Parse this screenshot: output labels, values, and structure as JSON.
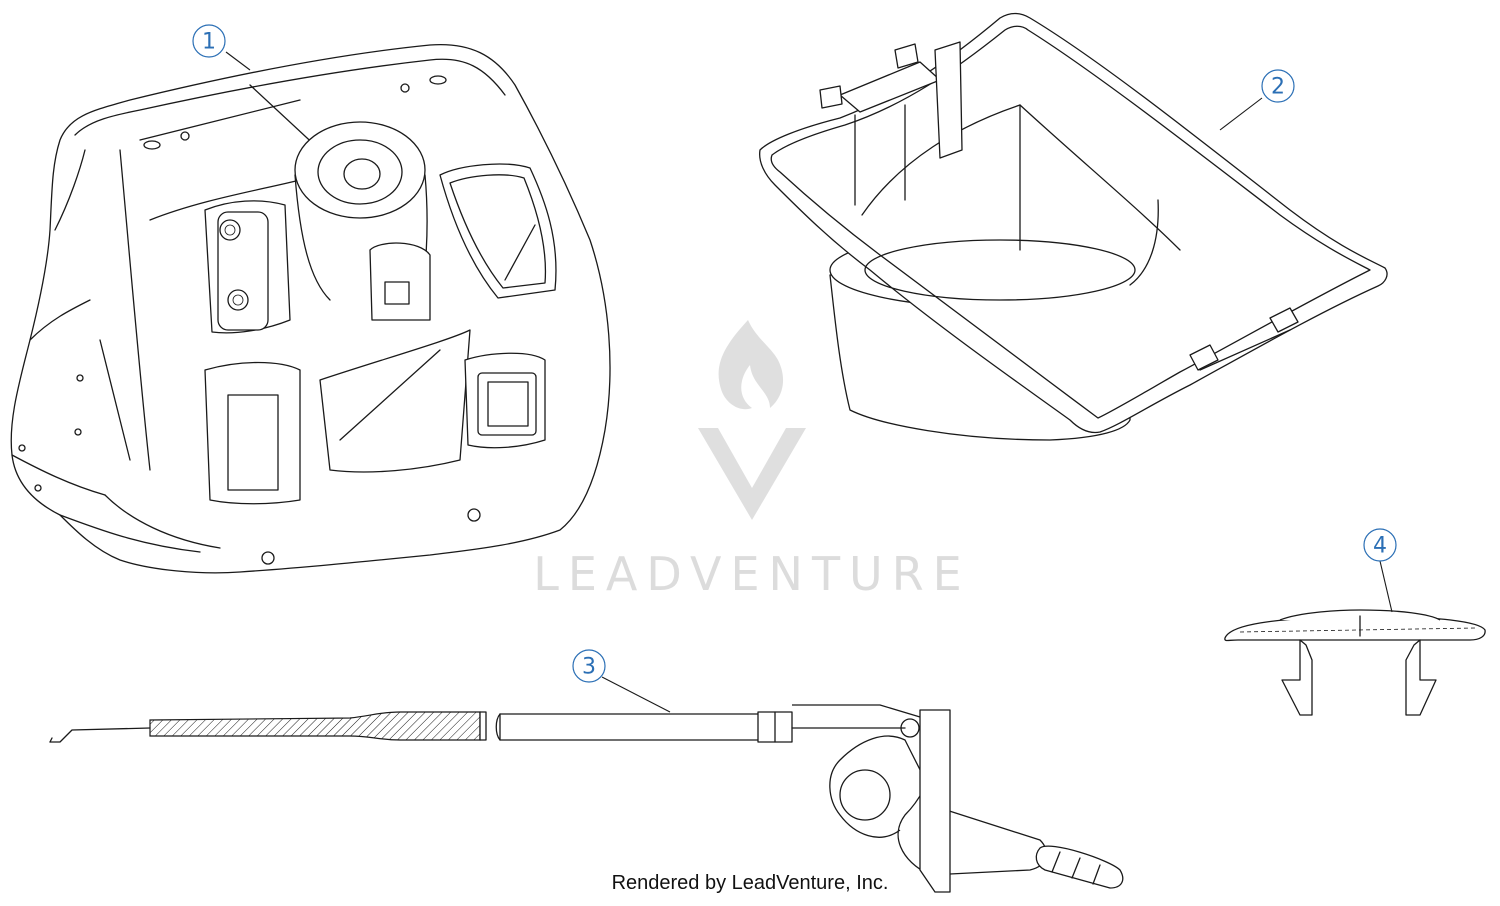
{
  "callouts": [
    {
      "number": "1"
    },
    {
      "number": "2"
    },
    {
      "number": "3"
    },
    {
      "number": "4"
    }
  ],
  "watermark": {
    "text": "LEADVENTURE"
  },
  "footer": {
    "text": "Rendered by LeadVenture, Inc."
  },
  "colors": {
    "callout": "#2b6fb5",
    "line": "#1a1a1a",
    "watermark": "#d9d9d9"
  }
}
